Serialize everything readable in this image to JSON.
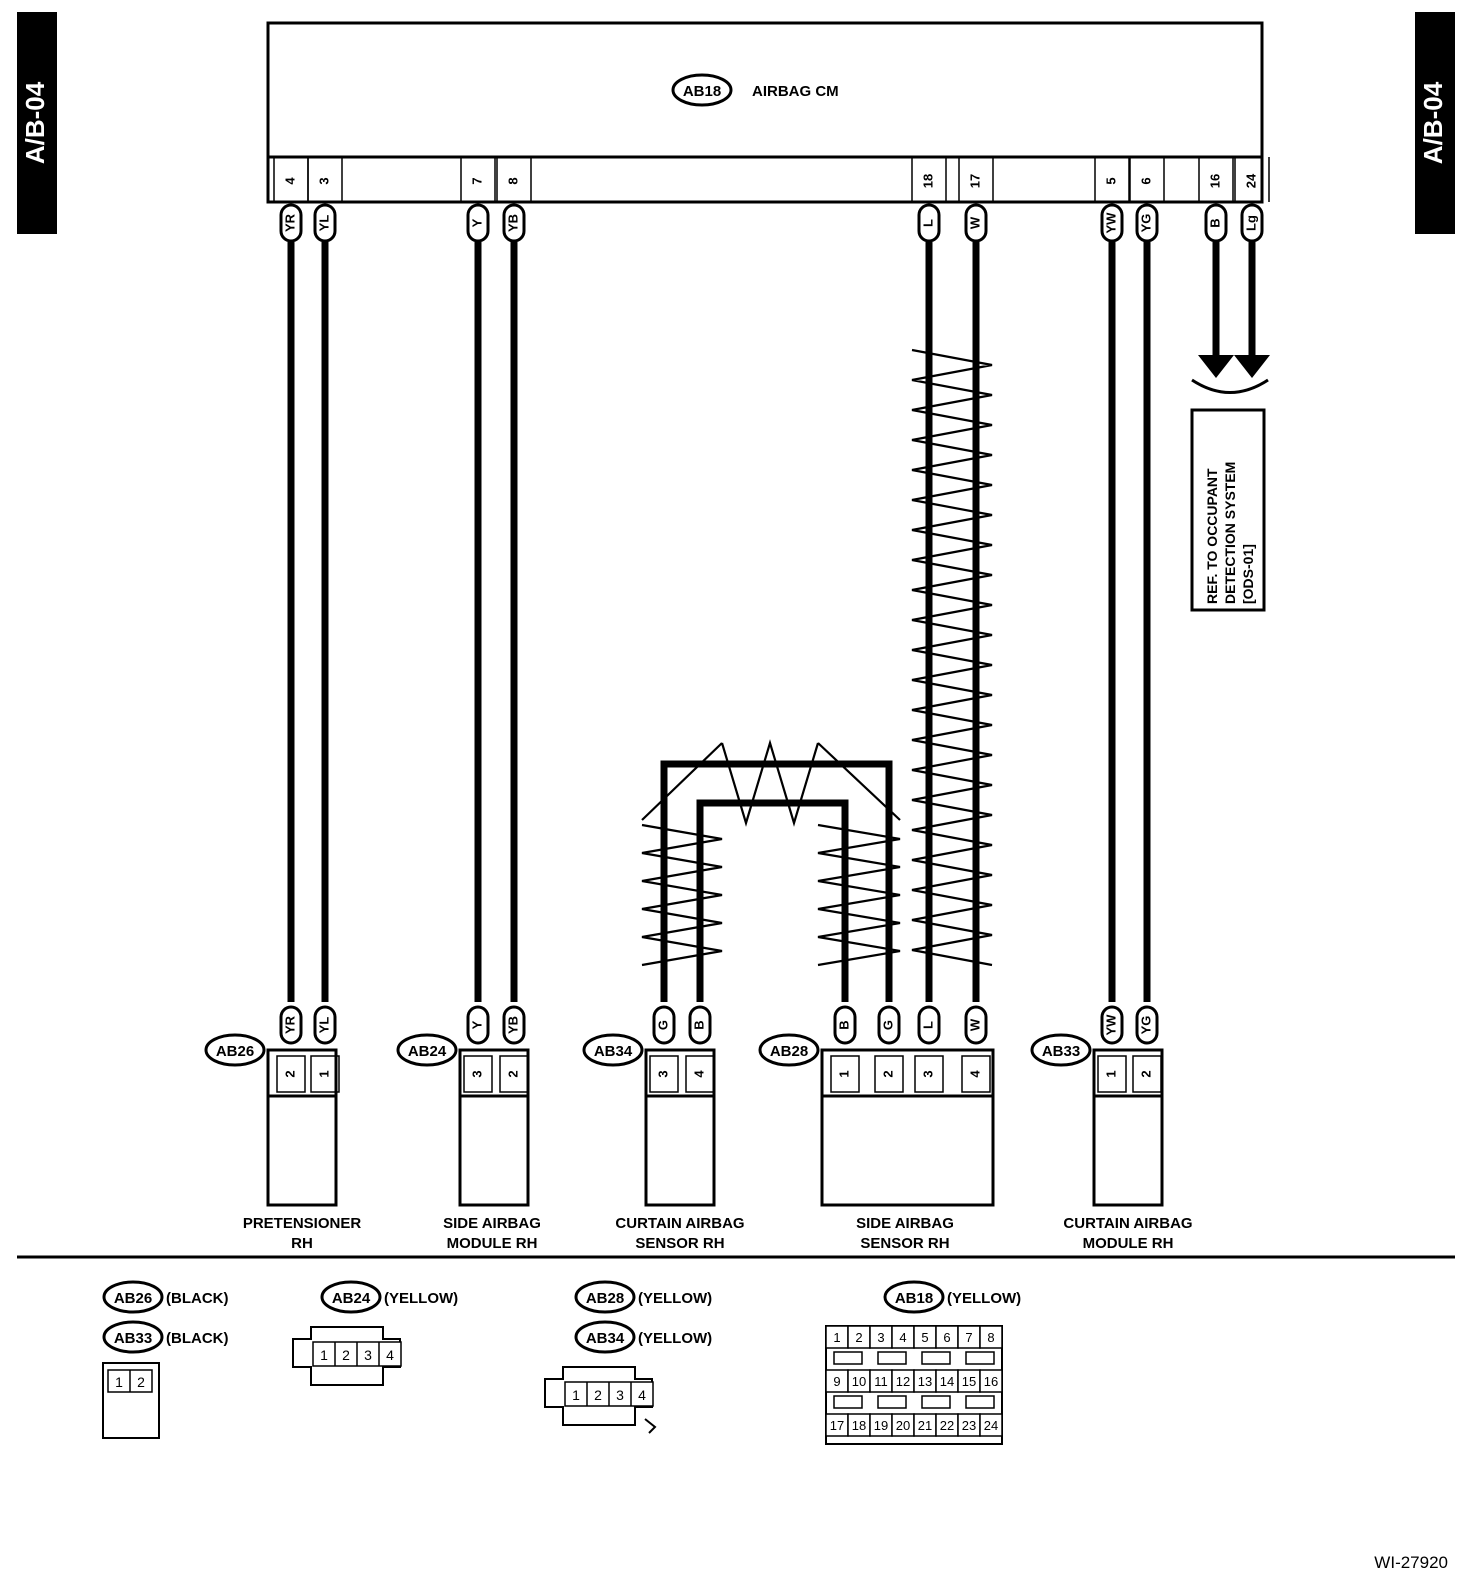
{
  "page_tags": {
    "left": "A/B-04",
    "right": "A/B-04"
  },
  "ecu": {
    "connector": "AB18",
    "name": "AIRBAG CM"
  },
  "ecu_pins": [
    {
      "pin": "4",
      "color": "YR"
    },
    {
      "pin": "3",
      "color": "YL"
    },
    {
      "pin": "7",
      "color": "Y"
    },
    {
      "pin": "8",
      "color": "YB"
    },
    {
      "pin": "18",
      "color": "L"
    },
    {
      "pin": "17",
      "color": "W"
    },
    {
      "pin": "5",
      "color": "YW"
    },
    {
      "pin": "6",
      "color": "YG"
    },
    {
      "pin": "16",
      "color": "B"
    },
    {
      "pin": "24",
      "color": "Lg"
    }
  ],
  "reference": {
    "lines": [
      "REF. TO OCCUPANT",
      "DETECTION SYSTEM",
      "[ODS-01]"
    ]
  },
  "components": [
    {
      "connector": "AB26",
      "name": [
        "PRETENSIONER",
        "RH"
      ],
      "pins": [
        {
          "pin": "2",
          "color": "YR"
        },
        {
          "pin": "1",
          "color": "YL"
        }
      ]
    },
    {
      "connector": "AB24",
      "name": [
        "SIDE AIRBAG",
        "MODULE RH"
      ],
      "pins": [
        {
          "pin": "3",
          "color": "Y"
        },
        {
          "pin": "2",
          "color": "YB"
        }
      ]
    },
    {
      "connector": "AB34",
      "name": [
        "CURTAIN AIRBAG",
        "SENSOR RH"
      ],
      "pins": [
        {
          "pin": "3",
          "color": "G"
        },
        {
          "pin": "4",
          "color": "B"
        }
      ]
    },
    {
      "connector": "AB28",
      "name": [
        "SIDE AIRBAG",
        "SENSOR RH"
      ],
      "pins": [
        {
          "pin": "1",
          "color": "B"
        },
        {
          "pin": "2",
          "color": "G"
        },
        {
          "pin": "3",
          "color": "L"
        },
        {
          "pin": "4",
          "color": "W"
        }
      ]
    },
    {
      "connector": "AB33",
      "name": [
        "CURTAIN AIRBAG",
        "MODULE RH"
      ],
      "pins": [
        {
          "pin": "1",
          "color": "YW"
        },
        {
          "pin": "2",
          "color": "YG"
        }
      ]
    }
  ],
  "legend": [
    {
      "connector": "AB26",
      "color": "(BLACK)"
    },
    {
      "connector": "AB33",
      "color": "(BLACK)"
    },
    {
      "connector": "AB24",
      "color": "(YELLOW)"
    },
    {
      "connector": "AB28",
      "color": "(YELLOW)"
    },
    {
      "connector": "AB34",
      "color": "(YELLOW)"
    },
    {
      "connector": "AB18",
      "color": "(YELLOW)"
    }
  ],
  "legend_pins": {
    "two_pin": [
      "1",
      "2"
    ],
    "four_pin": [
      "1",
      "2",
      "3",
      "4"
    ],
    "ab18_rows": [
      [
        "1",
        "2",
        "3",
        "4",
        "5",
        "6",
        "7",
        "8"
      ],
      [
        "9",
        "10",
        "11",
        "12",
        "13",
        "14",
        "15",
        "16"
      ],
      [
        "17",
        "18",
        "19",
        "20",
        "21",
        "22",
        "23",
        "24"
      ]
    ]
  },
  "figure_id": "WI-27920"
}
